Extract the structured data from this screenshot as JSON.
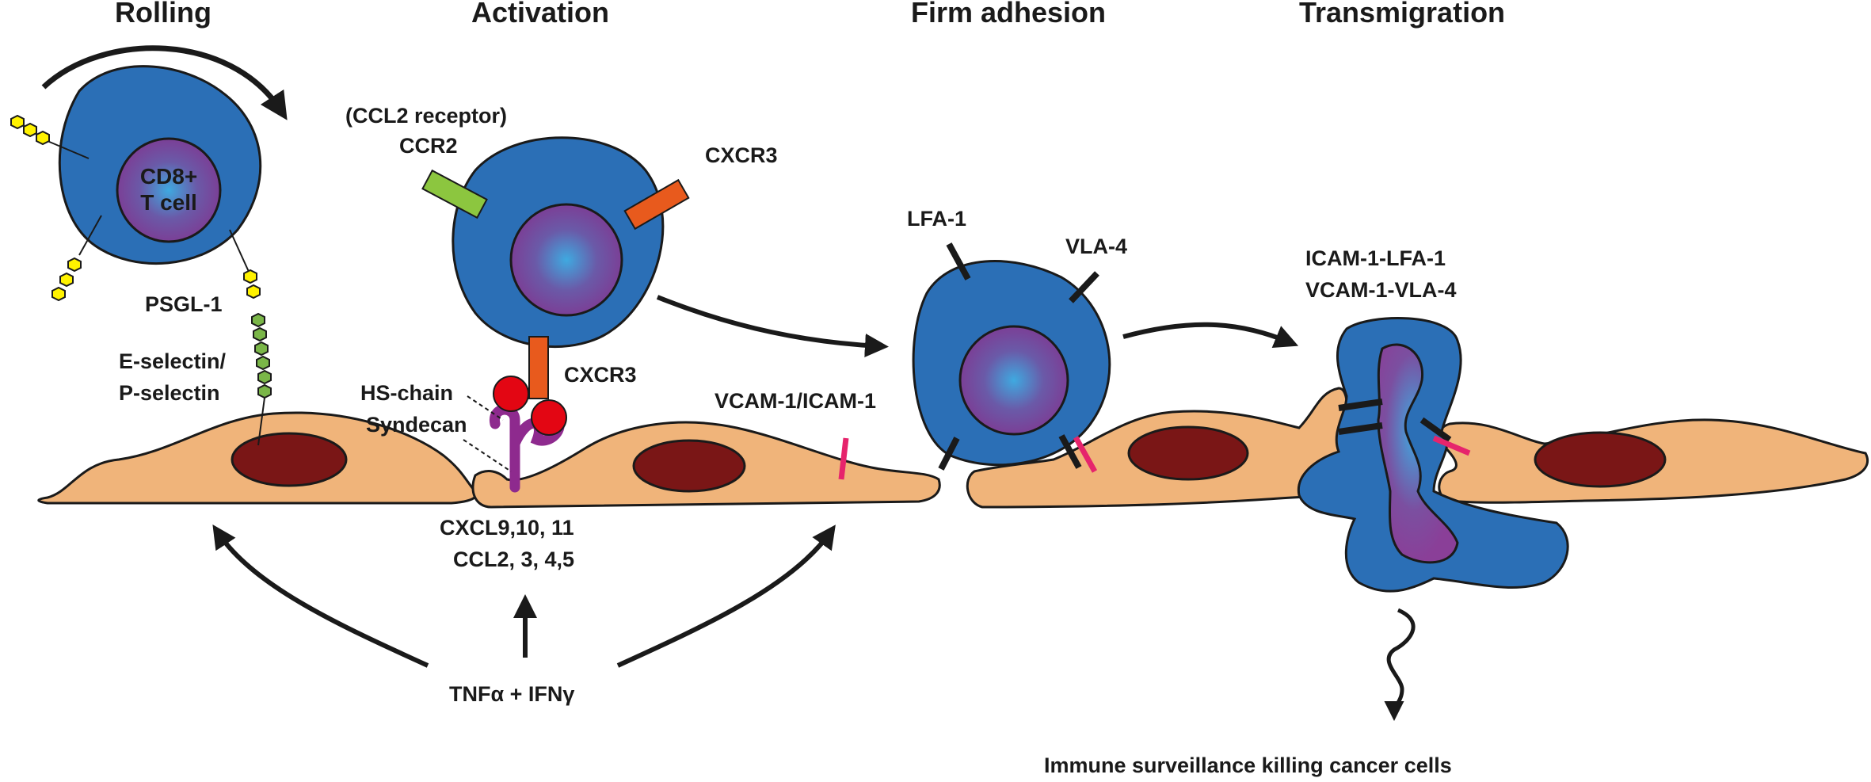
{
  "stages": {
    "rolling": "Rolling",
    "activation": "Activation",
    "firm_adhesion": "Firm adhesion",
    "transmigration": "Transmigration"
  },
  "rolling": {
    "cell_line1": "CD8+",
    "cell_line2": "T cell",
    "psgl": "PSGL-1",
    "selectin_line1": "E-selectin/",
    "selectin_line2": "P-selectin"
  },
  "activation": {
    "ccl2_receptor": "(CCL2 receptor)",
    "ccr2": "CCR2",
    "cxcr3_top": "CXCR3",
    "cxcr3_bottom": "CXCR3",
    "hs_chain": "HS-chain",
    "syndecan": "Syndecan",
    "chemokines_line1": "CXCL9,10, 11",
    "chemokines_line2": "CCL2, 3, 4,5"
  },
  "adhesion": {
    "lfa1": "LFA-1",
    "vla4": "VLA-4",
    "vcam_icam": "VCAM-1/ICAM-1"
  },
  "transmigration": {
    "pair1": "ICAM-1-LFA-1",
    "pair2": "VCAM-1-VLA-4"
  },
  "cytokines": "TNFα + IFNγ",
  "outcome": "Immune surveillance killing cancer cells",
  "colors": {
    "t_cell": "#2b6fb6",
    "nucleus": "#7b3f96",
    "endothelium": "#f0b47a",
    "endo_nucleus": "#7a1616",
    "ccr2": "#8cc63f",
    "cxcr3": "#e85a1d",
    "chemokine": "#e30613",
    "syndecan": "#8e2a8e",
    "vcam_icam": "#e6246c",
    "integrin": "#1a1a1a",
    "psgl_glycan": "#fff200",
    "selectin_glycan": "#7ab648"
  }
}
